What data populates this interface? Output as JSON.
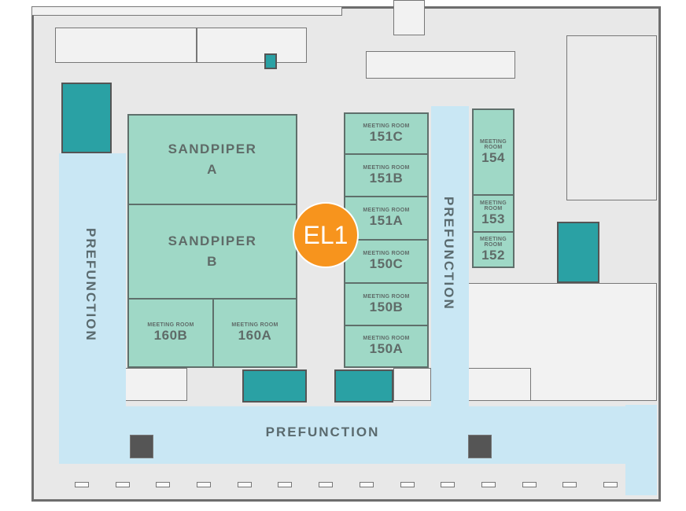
{
  "map": {
    "marker": {
      "label": "EL1",
      "color": "#f7941d"
    },
    "prefunction_labels": [
      "PREFUNCTION",
      "PREFUNCTION",
      "PREFUNCTION"
    ],
    "rooms": {
      "sandpiper_a": [
        "SANDPIPER",
        "A"
      ],
      "sandpiper_b": [
        "SANDPIPER",
        "B"
      ],
      "r160b": {
        "label": "MEETING ROOM",
        "num": "160B"
      },
      "r160a": {
        "label": "MEETING ROOM",
        "num": "160A"
      },
      "r151c": {
        "label": "MEETING ROOM",
        "num": "151C"
      },
      "r151b": {
        "label": "MEETING ROOM",
        "num": "151B"
      },
      "r151a": {
        "label": "MEETING ROOM",
        "num": "151A"
      },
      "r150c": {
        "label": "MEETING ROOM",
        "num": "150C"
      },
      "r150b": {
        "label": "MEETING ROOM",
        "num": "150B"
      },
      "r150a": {
        "label": "MEETING ROOM",
        "num": "150A"
      },
      "r154": {
        "label1": "MEETING",
        "label2": "ROOM",
        "num": "154"
      },
      "r153": {
        "label1": "MEETING",
        "label2": "ROOM",
        "num": "153"
      },
      "r152": {
        "label1": "MEETING",
        "label2": "ROOM",
        "num": "152"
      }
    },
    "colors": {
      "room": "#9fd8c6",
      "prefunction": "#c9e7f4",
      "stairs": "#2aa1a4",
      "background": "#e8e8e8"
    }
  }
}
